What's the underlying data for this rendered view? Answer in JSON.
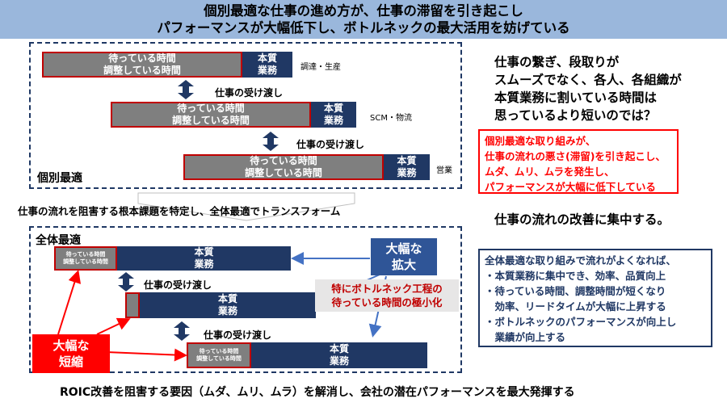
{
  "title": {
    "line1": "個別最適な仕事の進め方が、仕事の滞留を引き起こし",
    "line2": "パフォーマンスが大幅低下し、ボトルネックの最大活用を妨げている"
  },
  "top_section": {
    "label": "個別最適",
    "rows": [
      {
        "wait_line1": "待っている時間",
        "wait_line2": "調整している時間",
        "core_line1": "本質",
        "core_line2": "業務",
        "dept": "調達・生産"
      },
      {
        "wait_line1": "待っている時間",
        "wait_line2": "調整している時間",
        "core_line1": "本質",
        "core_line2": "業務",
        "dept": "SCM・物流"
      },
      {
        "wait_line1": "待っている時間",
        "wait_line2": "調整している時間",
        "core_line1": "本質",
        "core_line2": "業務",
        "dept": "営業"
      }
    ],
    "handoff_labels": [
      "仕事の受け渡し",
      "仕事の受け渡し"
    ]
  },
  "transition_text": "仕事の流れを阻害する根本課題を特定し、全体最適でトランスフォーム",
  "bottom_section": {
    "label": "全体最適",
    "rows": [
      {
        "wait_line1": "待っている時間",
        "wait_line2": "調整している時間",
        "core_line1": "本質",
        "core_line2": "業務"
      },
      {
        "core_line1": "本質",
        "core_line2": "業務"
      },
      {
        "wait_line1": "待っている時間",
        "wait_line2": "調整している時間",
        "core_line1": "本質",
        "core_line2": "業務"
      }
    ],
    "handoff_labels": [
      "仕事の受け渡し",
      "仕事の受け渡し"
    ],
    "callout_expand": {
      "line1": "大幅な",
      "line2": "拡大"
    },
    "callout_shrink": {
      "line1": "大幅な",
      "line2": "短縮"
    },
    "bottleneck_note": {
      "line1": "特にボトルネック工程の",
      "line2": "待っている時間の極小化"
    }
  },
  "right_panel": {
    "question_lines": [
      "仕事の繋ぎ、段取りが",
      "スムーズでなく、各人、各組織が",
      "本質業務に割いている時間は",
      "思っているより短いのでは？"
    ],
    "red_box_lines": [
      "個別最適な取り組みが、",
      "仕事の流れの悪さ(滞留)を引き起こし、",
      "ムダ、ムリ、ムラを発生し、",
      "パフォーマンスが大幅に低下している"
    ],
    "focus_text": "仕事の流れの改善に集中する。",
    "navy_box_lines": [
      "全体最適な取り組みで流れがよくなれば、",
      "・本質業務に集中でき、効率、品質向上",
      "・待っている時間、調整時間が短くなり",
      "　効率、リードタイムが大幅に上昇する",
      "・ボトルネックのパフォーマンスが向上し",
      "　業績が向上する"
    ]
  },
  "footer": "ROIC改善を阻害する要因（ムダ、ムリ、ムラ）を解消し、会社の潜在パフォーマンスを最大発揮する",
  "colors": {
    "title_bg": "#9ab7dc",
    "wait_fill": "#7f7f7f",
    "wait_border": "#c00000",
    "core_fill": "#203864",
    "red_accent": "#ff0000",
    "callout_blue": "#2f5597",
    "arrow": "#4472c4"
  }
}
